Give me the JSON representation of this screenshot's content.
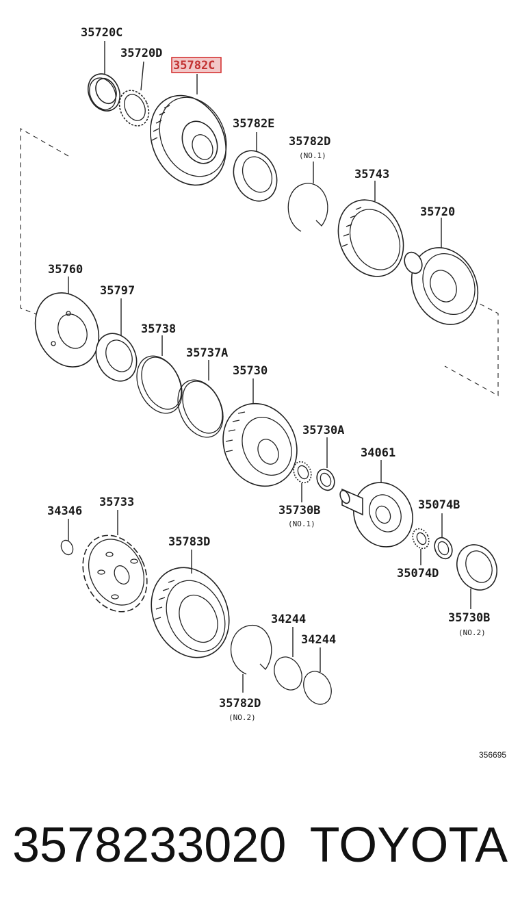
{
  "parts": {
    "p35720C": "35720C",
    "p35720D": "35720D",
    "p35782C": "35782C",
    "p35782E": "35782E",
    "p35782D_1": "35782D",
    "p35782D_1_sub": "(NO.1)",
    "p35743": "35743",
    "p35720": "35720",
    "p35760": "35760",
    "p35797": "35797",
    "p35738": "35738",
    "p35737A": "35737A",
    "p35730": "35730",
    "p35730A": "35730A",
    "p35730B_1": "35730B",
    "p35730B_1_sub": "(NO.1)",
    "p34061": "34061",
    "p35074B": "35074B",
    "p35074D": "35074D",
    "p34346": "34346",
    "p35733": "35733",
    "p35783D": "35783D",
    "p34244_a": "34244",
    "p34244_b": "34244",
    "p35730B_2": "35730B",
    "p35730B_2_sub": "(NO.2)",
    "p35782D_2": "35782D",
    "p35782D_2_sub": "(NO.2)"
  },
  "diagram_code": "356695",
  "footer": {
    "part_number": "3578233020",
    "brand": "TOYOTA"
  },
  "highlight_color": "#d43333"
}
